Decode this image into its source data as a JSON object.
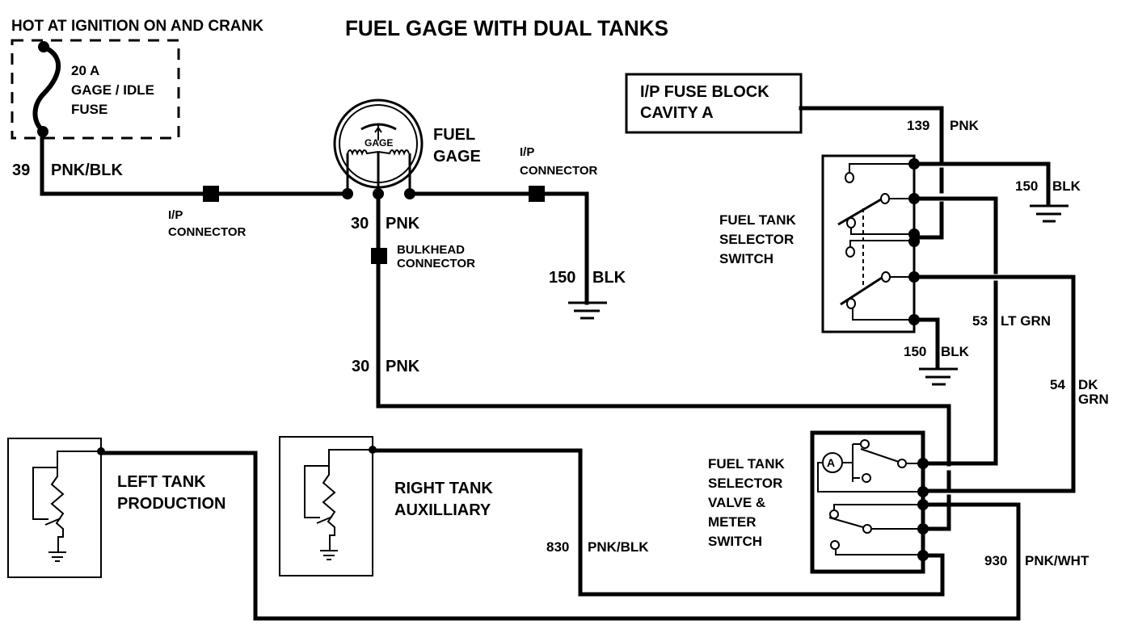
{
  "diagram": {
    "title": "FUEL GAGE WITH DUAL TANKS",
    "power_source": "HOT AT IGNITION ON AND CRANK",
    "fuse": {
      "line1": "20 A",
      "line2": "GAGE / IDLE",
      "line3": "FUSE"
    },
    "fuel_gage": {
      "face_label": "GAGE",
      "line1": "FUEL",
      "line2": "GAGE"
    },
    "connectors": {
      "ip_left": {
        "line1": "I/P",
        "line2": "CONNECTOR"
      },
      "ip_right": {
        "line1": "I/P",
        "line2": "CONNECTOR"
      },
      "bulkhead": {
        "line1": "BULKHEAD",
        "line2": "CONNECTOR"
      }
    },
    "fuse_block": {
      "line1": "I/P FUSE BLOCK",
      "line2": "CAVITY A"
    },
    "selector_switch": {
      "line1": "FUEL TANK",
      "line2": "SELECTOR",
      "line3": "SWITCH"
    },
    "selector_valve": {
      "line1": "FUEL TANK",
      "line2": "SELECTOR",
      "line3": "VALVE &",
      "line4": "METER",
      "line5": "SWITCH",
      "motor_symbol": "A"
    },
    "left_tank": {
      "line1": "LEFT TANK",
      "line2": "PRODUCTION"
    },
    "right_tank": {
      "line1": "RIGHT TANK",
      "line2": "AUXILLIARY"
    },
    "wires": [
      {
        "circuit": "39",
        "color": "PNK/BLK"
      },
      {
        "circuit": "30",
        "color": "PNK"
      },
      {
        "circuit": "30",
        "color": "PNK"
      },
      {
        "circuit": "150",
        "color": "BLK"
      },
      {
        "circuit": "139",
        "color": "PNK"
      },
      {
        "circuit": "150",
        "color": "BLK"
      },
      {
        "circuit": "150",
        "color": "BLK"
      },
      {
        "circuit": "53",
        "color": "LT GRN"
      },
      {
        "circuit": "54",
        "color_line1": "DK",
        "color_line2": "GRN"
      },
      {
        "circuit": "830",
        "color": "PNK/BLK"
      },
      {
        "circuit": "930",
        "color": "PNK/WHT"
      }
    ]
  }
}
